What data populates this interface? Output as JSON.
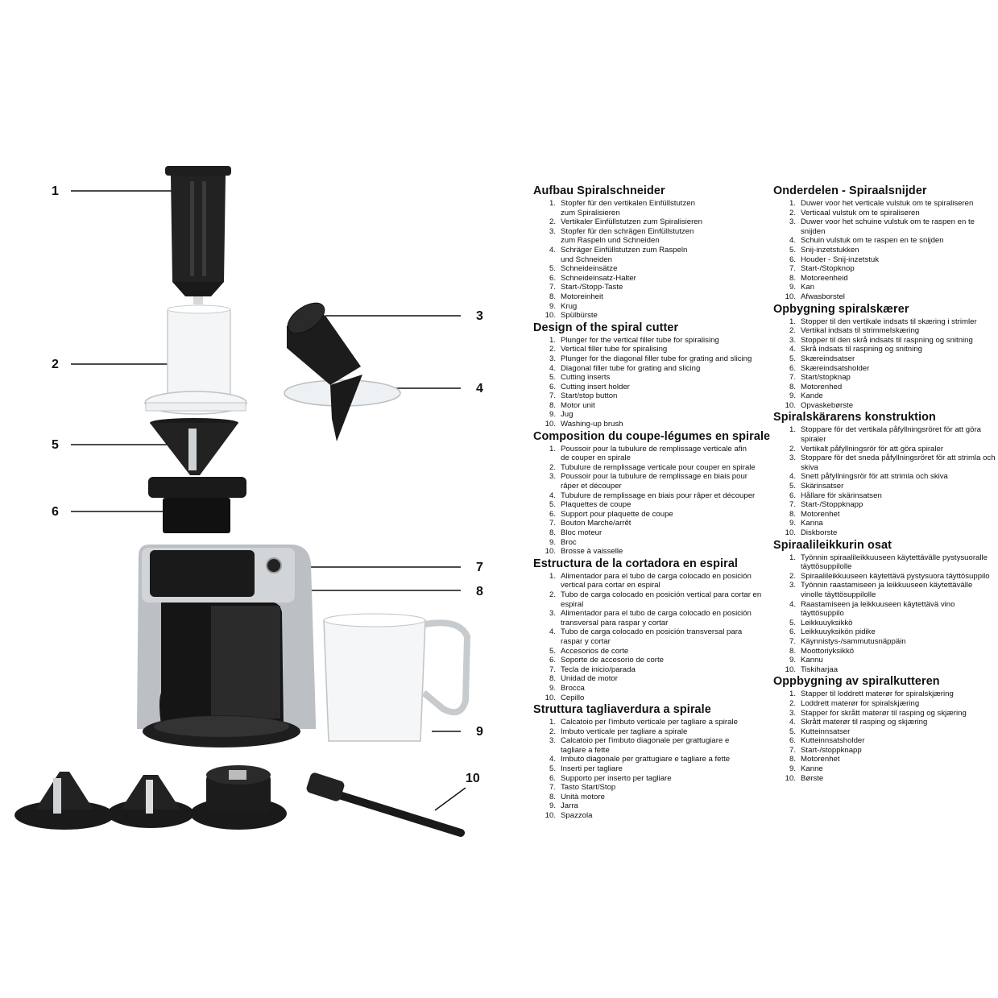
{
  "callouts": [
    "1",
    "2",
    "3",
    "4",
    "5",
    "6",
    "7",
    "8",
    "9",
    "10"
  ],
  "colors": {
    "black": "#1a1a1a",
    "steel": "#b9bcc0",
    "clear": "#eef1f3"
  },
  "sections_left": [
    {
      "title": "Aufbau Spiralschneider",
      "items": [
        "Stopfer für den vertikalen Einfüllstutzen\nzum Spiralisieren",
        "Vertikaler Einfüllstutzen zum Spiralisieren",
        "Stopfer für den schrägen Einfüllstutzen\nzum Raspeln und Schneiden",
        "Schräger Einfüllstutzen zum Raspeln\nund Schneiden",
        "Schneideinsätze",
        "Schneideinsatz-Halter",
        "Start-/Stopp-Taste",
        "Motoreinheit",
        "Krug",
        "Spülbürste"
      ]
    },
    {
      "title": "Design of the spiral cutter",
      "items": [
        "Plunger for the vertical filler tube for spiralising",
        "Vertical filler tube for spiralising",
        "Plunger for the diagonal filler tube for grating and slicing",
        "Diagonal filler tube for grating and slicing",
        "Cutting inserts",
        "Cutting insert holder",
        "Start/stop button",
        "Motor unit",
        "Jug",
        "Washing-up brush"
      ]
    },
    {
      "title": "Composition du coupe-légumes en spirale",
      "items": [
        "Poussoir pour la tubulure de remplissage verticale afin\nde couper en spirale",
        "Tubulure de remplissage verticale pour couper en spirale",
        "Poussoir pour la tubulure de remplissage en biais pour\nrâper et découper",
        "Tubulure de remplissage en biais pour râper et découper",
        "Plaquettes de coupe",
        "Support pour plaquette de coupe",
        "Bouton Marche/arrêt",
        "Bloc moteur",
        "Broc",
        "Brosse à vaisselle"
      ]
    },
    {
      "title": "Estructura de la cortadora en espiral",
      "items": [
        "Alimentador para el tubo de carga colocado en posición\nvertical para cortar en espiral",
        "Tubo de carga colocado en posición vertical para cortar en\nespiral",
        "Alimentador para el tubo de carga colocado en posición\ntransversal para raspar y cortar",
        "Tubo de carga colocado en posición transversal para\nraspar y cortar",
        "Accesorios de corte",
        "Soporte de accesorio de corte",
        "Tecla de inicio/parada",
        "Unidad de motor",
        "Brocca",
        "Cepillo"
      ]
    },
    {
      "title": "Struttura tagliaverdura a spirale",
      "items": [
        "Calcatoio per l'imbuto verticale per tagliare a spirale",
        "Imbuto verticale per tagliare a spirale",
        "Calcatoio per l'imbuto diagonale per grattugiare e\ntagliare a fette",
        "Imbuto diagonale per grattugiare e tagliare a fette",
        "Inserti per tagliare",
        "Supporto per inserto per tagliare",
        "Tasto Start/Stop",
        "Unità motore",
        "Jarra",
        "Spazzola"
      ]
    }
  ],
  "sections_right": [
    {
      "title": "Onderdelen - Spiraalsnijder",
      "items": [
        "Duwer voor het verticale vulstuk om te spiraliseren",
        "Verticaal vulstuk om te spiraliseren",
        "Duwer voor het schuine vulstuk om te raspen en te\nsnijden",
        "Schuin vulstuk om te raspen en te snijden",
        "Snij-inzetstukken",
        "Houder - Snij-inzetstuk",
        "Start-/Stopknop",
        "Motoreenheid",
        "Kan",
        "Afwasborstel"
      ]
    },
    {
      "title": "Opbygning spiralskærer",
      "items": [
        "Stopper til den vertikale indsats til skæring i strimler",
        "Vertikal indsats til strimmelskæring",
        "Stopper til den skrå indsats til raspning og snitning",
        "Skrå indsats til raspning og snitning",
        "Skæreindsatser",
        "Skæreindsatsholder",
        "Start/stopknap",
        "Motorenhed",
        "Kande",
        "Opvaskebørste"
      ]
    },
    {
      "title": "Spiralskärarens konstruktion",
      "items": [
        "Stoppare för det vertikala påfyllningsröret för att göra\nspiraler",
        "Vertikalt påfyllningsrör för att göra spiraler",
        "Stoppare för det sneda påfyllningsröret för att strimla och\nskiva",
        "Snett påfyllningsrör för att strimla och skiva",
        "Skärinsatser",
        "Hållare för skärinsatsen",
        "Start-/Stoppknapp",
        "Motorenhet",
        "Kanna",
        "Diskborste"
      ]
    },
    {
      "title": "Spiraalileikkurin osat",
      "items": [
        "Työnnin spiraalileikkuuseen käytettävälle pystysuoralle\ntäyttösuppilolle",
        "Spiraalileikkuuseen käytettävä pystysuora täyttösuppilo",
        "Työnnin raastamiseen ja leikkuuseen käytettävälle\nvinolle täyttösuppilolle",
        "Raastamiseen ja leikkuuseen käytettävä vino\ntäyttösuppilo",
        "Leikkuuyksikkö",
        "Leikkuuyksikön pidike",
        "Käynnistys-/sammutusnäppäin",
        "Moottoriyksikkö",
        "Kannu",
        "Tiskiharjaa"
      ]
    },
    {
      "title": "Oppbygning av spiralkutteren",
      "items": [
        "Stapper til loddrett materør for spiralskjæring",
        "Loddrett materør for spiralskjæring",
        "Stapper for skrått materør til rasping og skjæring",
        "Skrått materør til rasping og skjæring",
        "Kutteinnsatser",
        "Kutteinnsatsholder",
        "Start-/stoppknapp",
        "Motorenhet",
        "Kanne",
        "Børste"
      ]
    }
  ]
}
